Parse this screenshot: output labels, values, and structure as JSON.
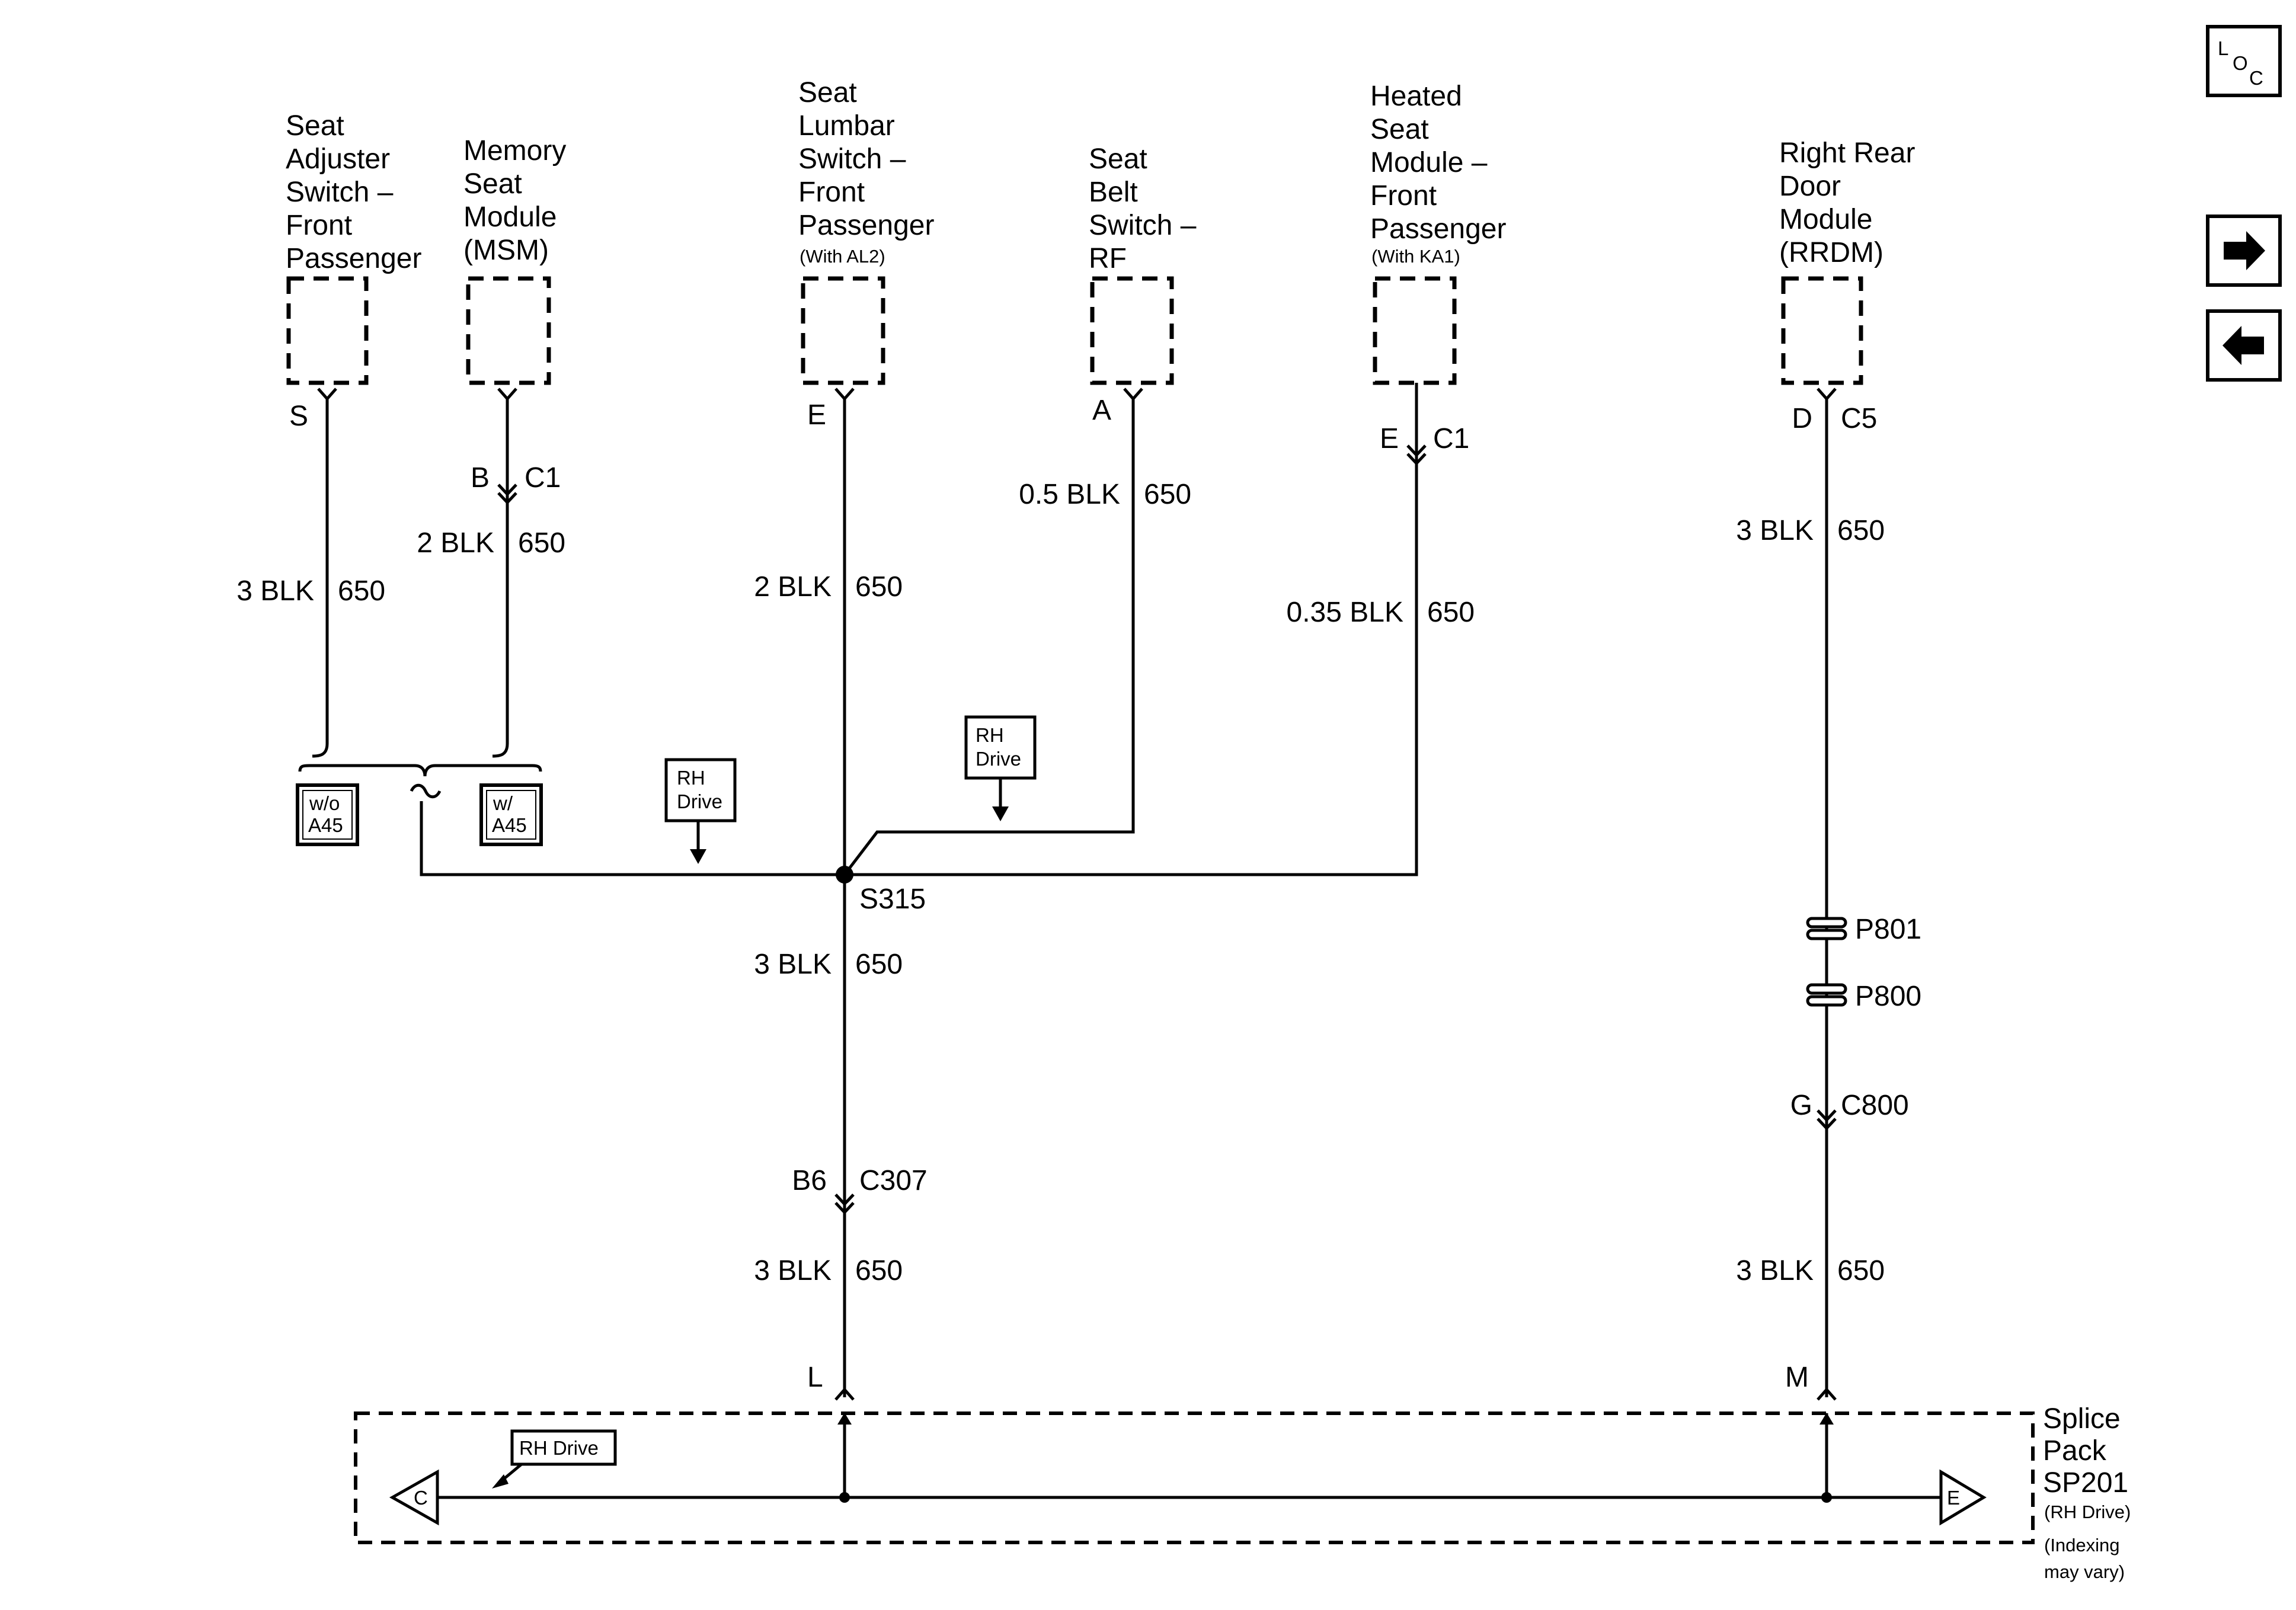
{
  "components": {
    "seat_adjuster": [
      "Seat",
      "Adjuster",
      "Switch –",
      "Front",
      "Passenger"
    ],
    "memory_seat": [
      "Memory",
      "Seat",
      "Module",
      "(MSM)"
    ],
    "seat_lumbar": [
      "Seat",
      "Lumbar",
      "Switch –",
      "Front",
      "Passenger"
    ],
    "seat_lumbar_note": "(With AL2)",
    "seat_belt": [
      "Seat",
      "Belt",
      "Switch –",
      "RF"
    ],
    "heated_seat": [
      "Heated",
      "Seat",
      "Module –",
      "Front",
      "Passenger"
    ],
    "heated_seat_note": "(With KA1)",
    "rrdm": [
      "Right Rear",
      "Door",
      "Module",
      "(RRDM)"
    ]
  },
  "pins": {
    "seat_adjuster": "S",
    "memory_seat": "B",
    "memory_seat_conn": "C1",
    "seat_lumbar": "E",
    "seat_belt": "A",
    "heated_seat": "E",
    "heated_seat_conn": "C1",
    "rrdm": "D",
    "rrdm_conn": "C5"
  },
  "wires": {
    "seat_adjuster": {
      "gauge": "3 BLK",
      "circuit": "650"
    },
    "memory_seat": {
      "gauge": "2 BLK",
      "circuit": "650"
    },
    "seat_lumbar": {
      "gauge": "2 BLK",
      "circuit": "650"
    },
    "seat_belt": {
      "gauge": "0.5 BLK",
      "circuit": "650"
    },
    "heated_seat": {
      "gauge": "0.35 BLK",
      "circuit": "650"
    },
    "rrdm_upper": {
      "gauge": "3 BLK",
      "circuit": "650"
    },
    "main_upper": {
      "gauge": "3 BLK",
      "circuit": "650"
    },
    "main_lower": {
      "gauge": "3 BLK",
      "circuit": "650"
    },
    "rrdm_lower": {
      "gauge": "3 BLK",
      "circuit": "650"
    }
  },
  "options": {
    "without": [
      "w/o",
      "A45"
    ],
    "with": [
      "w/",
      "A45"
    ]
  },
  "rh_drive": [
    "RH",
    "Drive"
  ],
  "rh_drive_inline": "RH Drive",
  "splice": "S315",
  "connectors": {
    "c307_pin": "B6",
    "c307": "C307",
    "p801": "P801",
    "p800": "P800",
    "c800_pin": "G",
    "c800": "C800",
    "sp_pin_left": "L",
    "sp_pin_right": "M"
  },
  "splice_pack": {
    "label": [
      "Splice",
      "Pack",
      "SP201"
    ],
    "notes": [
      "(RH Drive)",
      "(Indexing",
      "may vary)"
    ],
    "left_arrow": "C",
    "right_arrow": "E"
  },
  "nav": {
    "loc_l": "L",
    "loc_o": "O",
    "loc_c": "C",
    "next_icon": "arrow-right-icon",
    "prev_icon": "arrow-left-icon"
  }
}
